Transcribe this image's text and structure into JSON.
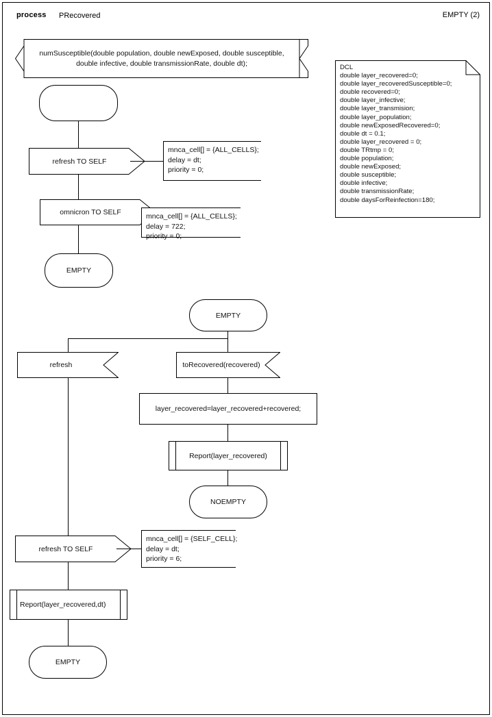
{
  "header": {
    "keyword": "process",
    "process_name": "PRecovered",
    "page_label": "EMPTY (2)"
  },
  "declaration_symbol": {
    "line1": "numSusceptible(double population, double newExposed, double susceptible,",
    "line2": "double infective, double transmissionRate, double dt);"
  },
  "dcl_note": {
    "title": "DCL",
    "lines": [
      "double layer_recovered=0;",
      "double layer_recoveredSusceptible=0;",
      "double recovered=0;",
      "double layer_infective;",
      "double layer_transmision;",
      "double layer_population;",
      "double newExposedRecovered=0;",
      "double dt = 0.1;",
      "double layer_recovered = 0;",
      "double TRtmp = 0;",
      "double population;",
      "double newExposed;",
      "double susceptible;",
      "double infective;",
      "double transmissionRate;",
      "double daysForReinfection=180;"
    ],
    "text": "DCL\ndouble layer_recovered=0;\ndouble layer_recoveredSusceptible=0;\ndouble recovered=0;\ndouble layer_infective;\ndouble layer_transmision;\ndouble layer_population;\ndouble newExposedRecovered=0;\ndouble dt = 0.1;\ndouble layer_recovered = 0;\ndouble TRtmp = 0;\ndouble population;\ndouble newExposed;\ndouble susceptible;\ndouble infective;\ndouble transmissionRate;\ndouble daysForReinfection=180;"
  },
  "branch_a": {
    "start_state_label": "",
    "output_refresh": {
      "label": "refresh TO SELF",
      "comment": "mnca_cell[] = {ALL_CELLS};\ndelay = dt;\npriority = 0;"
    },
    "output_omnicron": {
      "label": "omnicron TO SELF",
      "comment": "mnca_cell[] = {ALL_CELLS};\ndelay = 722;\npriority = 0;"
    },
    "end_state_label": "EMPTY"
  },
  "branch_b": {
    "state_label": "EMPTY",
    "input_refresh_label": "refresh",
    "input_torecovered_label": "toRecovered(recovered)",
    "task_label": "layer_recovered=layer_recovered+recovered;",
    "procedure_call_label": "Report(layer_recovered)",
    "state_noempty_label": "NOEMPTY",
    "output_refresh_self": {
      "label": "refresh TO SELF",
      "comment": "mnca_cell[] = {SELF_CELL};\ndelay = dt;\npriority = 6;"
    },
    "procedure_call_bottom_label": "Report(layer_recovered,dt)",
    "end_state_label": "EMPTY"
  },
  "colors": {
    "stroke": "#000000",
    "background": "#ffffff",
    "text": "#111111"
  }
}
